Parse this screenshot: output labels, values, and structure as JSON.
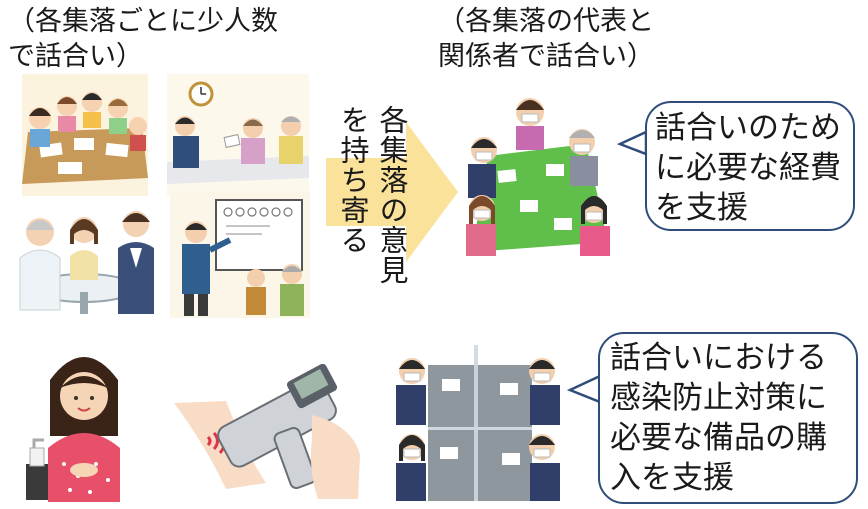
{
  "captions": {
    "left": [
      "（各集落ごとに少人数",
      "で話合い）"
    ],
    "right": [
      "（各集落の代表と",
      "関係者で話合い）"
    ]
  },
  "arrow": {
    "label_col1": "各集落の意見",
    "label_col2": "を持ち寄る",
    "color": "#fbe29a"
  },
  "callouts": {
    "top": [
      "話合いのため",
      "に必要な経費",
      "を支援"
    ],
    "bottom": [
      "話合いにおける",
      "感染防止対策に",
      "必要な備品の購",
      "入を支援"
    ]
  },
  "colors": {
    "callout_border": "#2f4d7a",
    "table_green": "#5fbf4a",
    "table_grey": "#8f979e",
    "floor_tan": "#c9b07a"
  }
}
